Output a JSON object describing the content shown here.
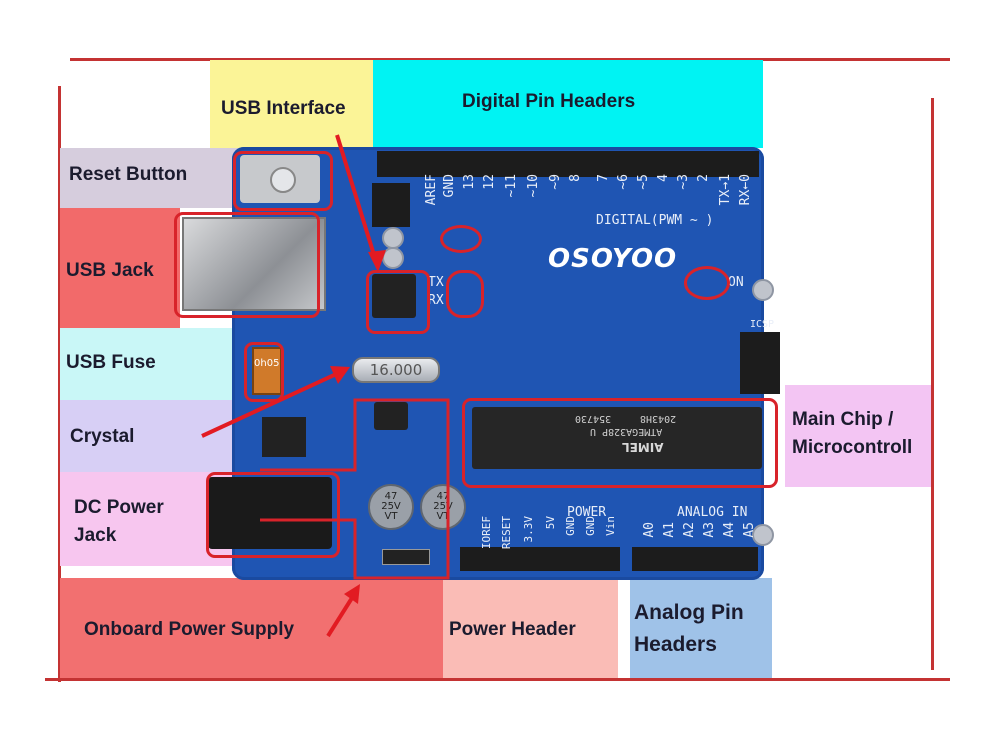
{
  "labels": {
    "usb_interface": "USB Interface",
    "digital_pin_headers": "Digital Pin Headers",
    "reset_button": "Reset Button",
    "usb_jack": "USB Jack",
    "usb_fuse": "USB Fuse",
    "crystal": "Crystal",
    "dc_power_jack_1": "DC Power",
    "dc_power_jack_2": "Jack",
    "onboard_power_supply": "Onboard Power Supply",
    "power_header": "Power Header",
    "analog_pin_headers_1": "Analog Pin",
    "analog_pin_headers_2": "Headers",
    "main_chip_1": "Main Chip /",
    "main_chip_2": "Microcontroll"
  },
  "board": {
    "logo": "OSOYOO",
    "digital_label": "DIGITAL(PWM ~ )",
    "power_label": "POWER",
    "analog_label": "ANALOG IN",
    "icsp_label": "ICSP",
    "on_label": "ON",
    "tx_label": "TX",
    "rx_label": "RX",
    "crystal_value": "16.000",
    "fuse_marking": "0h05",
    "chip_line1": "ATMEGA328P U",
    "chip_line2": "354730",
    "chip_line3": "2043H8",
    "chip_brand": "AIMEL",
    "cap_1": [
      "47",
      "25V",
      "VT"
    ],
    "cap_2": [
      "47",
      "25V",
      "VT"
    ],
    "digital_pins": [
      "AREF",
      "GND",
      "13",
      "12",
      "~11",
      "~10",
      "~9",
      "8",
      "7",
      "~6",
      "~5",
      "4",
      "~3",
      "2",
      "TX→1",
      "RX←0"
    ],
    "power_pins": [
      "IOREF",
      "RESET",
      "3.3V",
      "5V",
      "GND",
      "GND",
      "Vin"
    ],
    "analog_pins": [
      "A0",
      "A1",
      "A2",
      "A3",
      "A4",
      "A5"
    ]
  },
  "colors": {
    "usb_interface_bg": "#fbf497",
    "digital_headers_bg": "#00f3f3",
    "reset_button_bg": "#d6cddd",
    "usb_jack_bg": "#f26a6a",
    "usb_fuse_bg": "#c9f7f7",
    "crystal_bg": "#d7cff5",
    "dc_jack_bg": "#f7c6ef",
    "onboard_supply_bg": "#f27070",
    "power_header_bg": "#fabcb6",
    "analog_headers_bg": "#9fc2e8",
    "main_chip_bg": "#f3c5f3",
    "board_blue": "#1f55b3",
    "highlight_red": "#d8232a"
  }
}
